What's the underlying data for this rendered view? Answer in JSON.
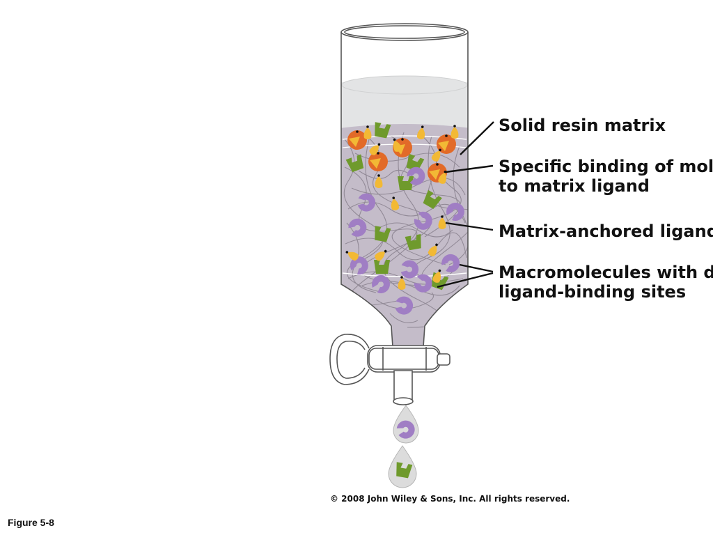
{
  "colors": {
    "liquid": "#e3e4e5",
    "resin": "#c4bcc9",
    "fiber": "#8d8592",
    "glass_outline": "#555555",
    "orange_bead": "#e26a28",
    "yellow_ligand": "#f2b935",
    "green_molecule": "#6f9a2c",
    "purple_molecule": "#a07ec4",
    "droplet": "#dcdcdc",
    "text": "#111111"
  },
  "labels": {
    "solid_resin": "Solid resin matrix",
    "specific_binding_line1": "Specific binding of molecu",
    "specific_binding_line2": "to matrix ligand",
    "matrix_ligand": "Matrix-anchored ligand",
    "macromolecules_line1": "Macromolecules with diffe",
    "macromolecules_line2": "ligand-binding sites"
  },
  "copyright": "© 2008 John Wiley & Sons, Inc. All rights reserved.",
  "figure_number": "Figure 5-8",
  "icons": {
    "orange_bead": "orange-bead-icon",
    "yellow_ligand": "yellow-ligand-icon",
    "green_molecule": "green-molecule-icon",
    "purple_molecule": "purple-molecule-icon"
  }
}
